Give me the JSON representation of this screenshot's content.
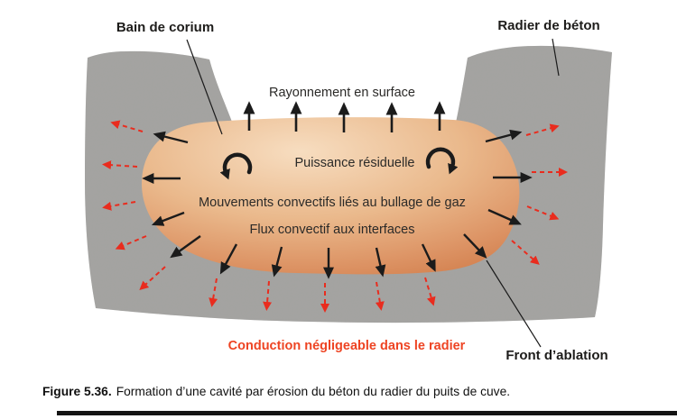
{
  "figure": {
    "number": "Figure 5.36.",
    "caption": "Formation d’une cavité par érosion du béton du radier du puits de cuve."
  },
  "diagram": {
    "labels": {
      "corium_pool": "Bain de corium",
      "concrete_basemat": "Radier de béton",
      "surface_radiation": "Rayonnement en surface",
      "residual_power": "Puissance résiduelle",
      "convective_movements": "Mouvements convectifs liés au bullage de gaz",
      "interface_flux": "Flux convectif aux interfaces",
      "negligible_conduction": "Conduction négligeable dans le radier",
      "ablation_front": "Front d’ablation"
    },
    "colors": {
      "concrete_gray": "#a5a4a2",
      "pool_light": "#f7ddc0",
      "pool_dark": "#cf7a47",
      "arrow_black": "#1b1b1b",
      "ablation_red": "#e92c1e"
    }
  }
}
